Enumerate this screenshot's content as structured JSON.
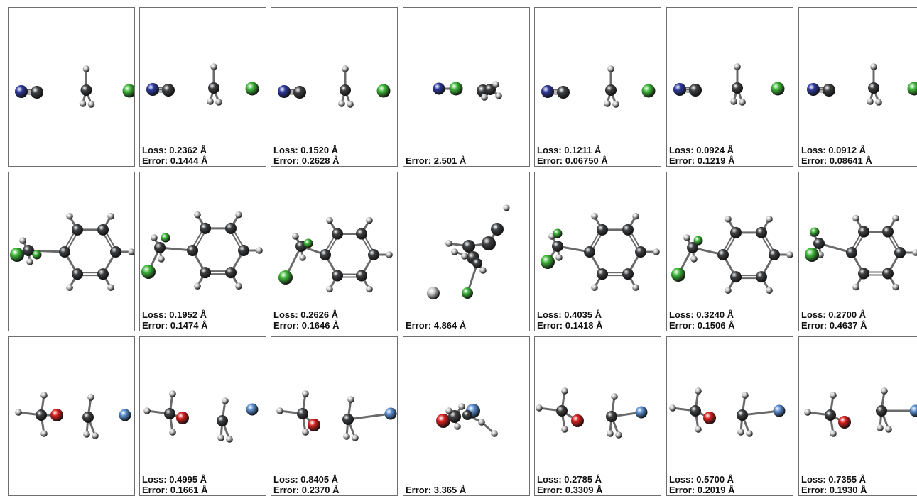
{
  "colors": {
    "carbon": "#3f4042",
    "hydrogen": "#cfcfcf",
    "nitrogen": "#2f3a9e",
    "chlorine": "#3fb83a",
    "oxygen": "#d81f1f",
    "fluorine": "#5b8fd1",
    "frame": "#6e6e6e"
  },
  "rows": [
    {
      "molecule": "cyanide_chloromethane",
      "panels": [
        {
          "loss": "",
          "error": ""
        },
        {
          "loss": "Loss: 0.2362 Å",
          "error": "Error: 0.1444 Å"
        },
        {
          "loss": "Loss: 0.1520 Å",
          "error": "Error: 0.2628 Å"
        },
        {
          "loss": "",
          "error": "Error: 2.501 Å"
        },
        {
          "loss": "Loss: 0.1211 Å",
          "error": "Error: 0.06750 Å"
        },
        {
          "loss": "Loss: 0.0924 Å",
          "error": "Error: 0.1219 Å"
        },
        {
          "loss": "Loss: 0.0912 Å",
          "error": "Error: 0.08641 Å"
        }
      ]
    },
    {
      "molecule": "benzyl_chloride",
      "panels": [
        {
          "loss": "",
          "error": ""
        },
        {
          "loss": "Loss: 0.1952 Å",
          "error": "Error: 0.1474 Å"
        },
        {
          "loss": "Loss: 0.2626 Å",
          "error": "Error: 0.1646 Å"
        },
        {
          "loss": "",
          "error": "Error: 4.864 Å"
        },
        {
          "loss": "Loss: 0.4035 Å",
          "error": "Error: 0.1418 Å"
        },
        {
          "loss": "Loss: 0.3240 Å",
          "error": "Error: 0.1506 Å"
        },
        {
          "loss": "Loss: 0.2700 Å",
          "error": "Error: 0.4637 Å"
        }
      ]
    },
    {
      "molecule": "methoxide_fluoromethane",
      "panels": [
        {
          "loss": "",
          "error": ""
        },
        {
          "loss": "Loss: 0.4995 Å",
          "error": "Error: 0.1661 Å"
        },
        {
          "loss": "Loss: 0.8405 Å",
          "error": "Error: 0.2370 Å"
        },
        {
          "loss": "",
          "error": "Error: 3.365 Å"
        },
        {
          "loss": "Loss: 0.2785 Å",
          "error": "Error: 0.3309 Å"
        },
        {
          "loss": "Loss: 0.5700 Å",
          "error": "Error: 0.2019 Å"
        },
        {
          "loss": "Loss: 0.7355 Å",
          "error": "Error: 0.1930 Å"
        }
      ]
    }
  ]
}
